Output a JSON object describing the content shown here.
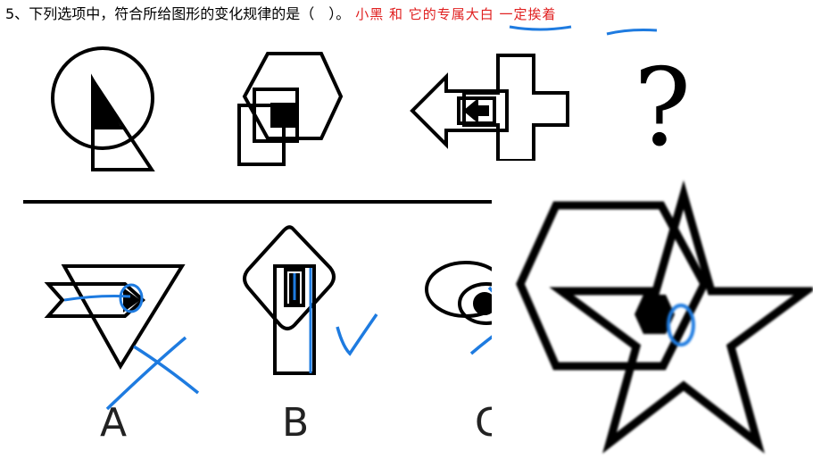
{
  "question": {
    "number": "5、",
    "text": "下列选项中，符合所给图形的变化规律的是（　）。",
    "note": "小黑 和 它的专属大白 一定挨着"
  },
  "options": [
    {
      "label": "A",
      "mark": "cross"
    },
    {
      "label": "B",
      "mark": "check"
    },
    {
      "label": "C",
      "mark": "cross"
    }
  ],
  "question_mark": "?",
  "colors": {
    "note": "#e02020",
    "pen": "#1e7be0",
    "ink": "#000000"
  }
}
